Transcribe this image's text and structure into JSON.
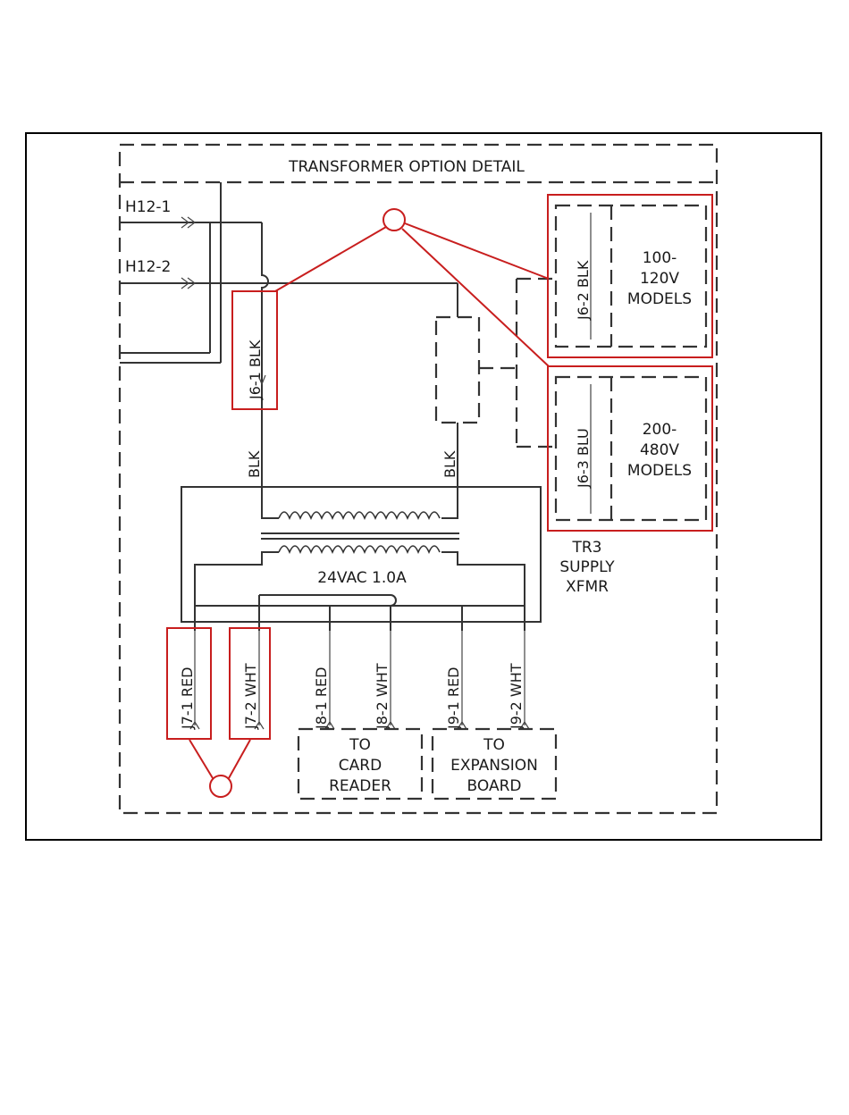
{
  "diagram": {
    "title": "TRANSFORMER OPTION DETAIL",
    "inputs": {
      "h12_1": "H12-1",
      "h12_2": "H12-2"
    },
    "connector_j6_1": "J6-1 BLK",
    "connector_j6_2": "J6-2 BLK",
    "connector_j6_3": "J6-3 BLU",
    "model_low": {
      "line1": "100-",
      "line2": "120V",
      "line3": "MODELS"
    },
    "model_high": {
      "line1": "200-",
      "line2": "480V",
      "line3": "MODELS"
    },
    "wire_blk_left": "BLK",
    "wire_blk_right": "BLK",
    "transformer_rating": "24VAC 1.0A",
    "transformer_name": {
      "line1": "TR3",
      "line2": "SUPPLY",
      "line3": "XFMR"
    },
    "outputs": {
      "j7_1": "J7-1 RED",
      "j7_2": "J7-2 WHT",
      "j8_1": "J8-1 RED",
      "j8_2": "J8-2 WHT",
      "j9_1": "J9-1 RED",
      "j9_2": "J9-2 WHT"
    },
    "card_reader": {
      "line1": "TO",
      "line2": "CARD",
      "line3": "READER"
    },
    "expansion_board": {
      "line1": "TO",
      "line2": "EXPANSION",
      "line3": "BOARD"
    }
  }
}
